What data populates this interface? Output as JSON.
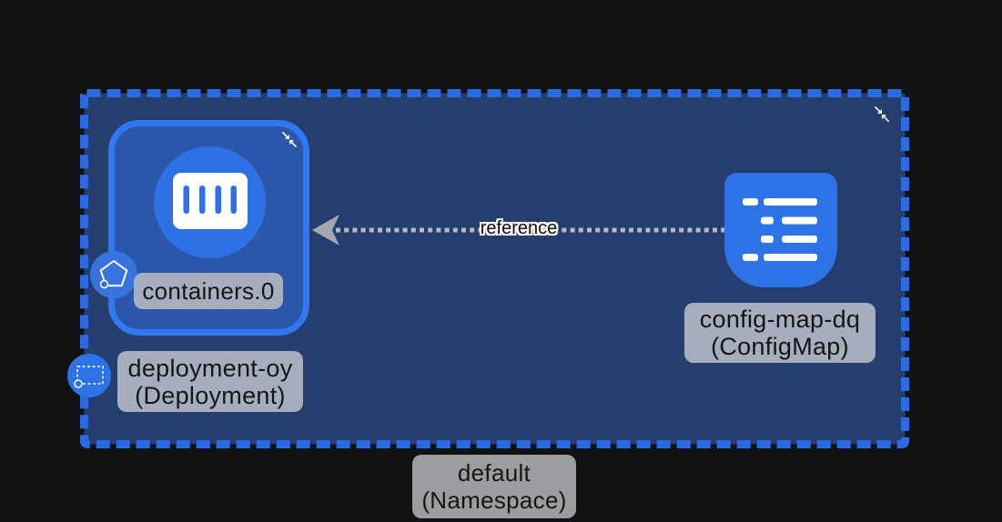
{
  "colors": {
    "background": "#121212",
    "namespace_fill": "#263E6E",
    "namespace_border": "#2C6AE2",
    "deployment_fill": "#2B57AA",
    "deployment_border": "#3277F2",
    "node_icon_blue": "#2E72E8",
    "badge_grey": "#A6AEBD",
    "namespace_badge_grey": "#9B9DA0",
    "edge_dots_grey": "#C5C7CE",
    "arrowhead_grey": "#A6A6AF",
    "icon_white": "#FFFFFF"
  },
  "icons": {
    "collapse": {
      "arrow_a": "↘",
      "arrow_b": "↖"
    }
  },
  "nodes": {
    "namespace": {
      "name": "default",
      "kind": "(Namespace)"
    },
    "deployment": {
      "name": "deployment-oy",
      "kind": "(Deployment)"
    },
    "container": {
      "label": "containers.0"
    },
    "configmap": {
      "name": "config-map-dq",
      "kind": "(ConfigMap)"
    }
  },
  "edges": {
    "reference": {
      "label": "reference"
    }
  }
}
